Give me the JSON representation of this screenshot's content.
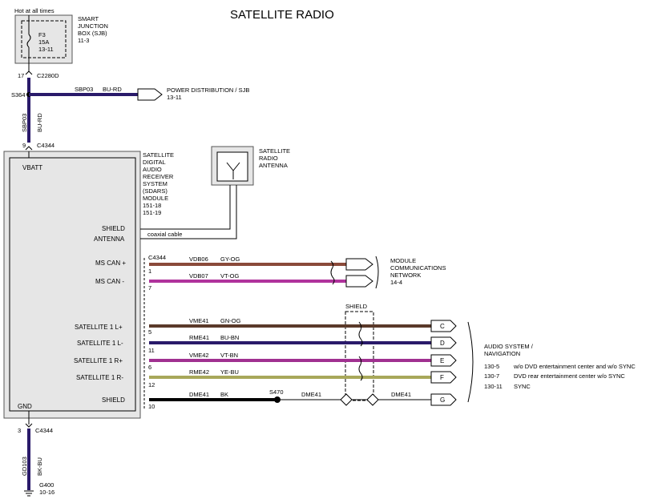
{
  "title": "SATELLITE RADIO",
  "fuse": {
    "hot_label": "Hot at all times",
    "name": "F3",
    "rating": "15A",
    "ref": "13-11",
    "box_lines": [
      "SMART",
      "JUNCTION",
      "BOX (SJB)",
      "11-3"
    ]
  },
  "power": {
    "pin": "17",
    "connector": "C2280D",
    "splice": "S364",
    "circuit": "SBP03",
    "color": "BU-RD",
    "dest_lines": [
      "POWER DISTRIBUTION / SJB",
      "13-11"
    ],
    "vert_circuit": "SBP03",
    "vert_color": "BU-RD"
  },
  "module": {
    "top_pin": "9",
    "top_connector": "C4344",
    "vbatt": "VBATT",
    "gnd": "GND",
    "name_lines": [
      "SATELLITE",
      "DIGITAL",
      "AUDIO",
      "RECEIVER",
      "SYSTEM",
      "(SDARS)",
      "MODULE",
      "151-18",
      "151-19"
    ],
    "shield_label": "SHIELD",
    "antenna_label": "ANTENNA"
  },
  "antenna": {
    "label_lines": [
      "SATELLITE",
      "RADIO",
      "ANTENNA"
    ],
    "cable_label": "coaxial cable"
  },
  "can": {
    "connector": "C4344",
    "rows": [
      {
        "label": "MS CAN +",
        "pin": "1",
        "circuit": "VDB06",
        "color": "GY-OG",
        "hex": "#8a4a3a"
      },
      {
        "label": "MS CAN -",
        "pin": "7",
        "circuit": "VDB07",
        "color": "VT-OG",
        "hex": "#b0339c"
      }
    ],
    "dest_lines": [
      "MODULE",
      "COMMUNICATIONS",
      "NETWORK",
      "14-4"
    ]
  },
  "audio": {
    "shield_label": "SHIELD",
    "rows": [
      {
        "label": "SATELLITE 1 L+",
        "pin": "5",
        "circuit": "VME41",
        "color": "GN-OG",
        "hex": "#5a3a2a",
        "connector": "C"
      },
      {
        "label": "SATELLITE 1 L-",
        "pin": "11",
        "circuit": "RME41",
        "color": "BU-BN",
        "hex": "#2a1a6a",
        "connector": "D"
      },
      {
        "label": "SATELLITE 1 R+",
        "pin": "6",
        "circuit": "VME42",
        "color": "VT-BN",
        "hex": "#a03090",
        "connector": "E"
      },
      {
        "label": "SATELLITE 1 R-",
        "pin": "12",
        "circuit": "RME42",
        "color": "YE-BU",
        "hex": "#a8a85a",
        "connector": "F"
      }
    ],
    "shield_row": {
      "label": "SHIELD",
      "pin": "10",
      "circuit": "DME41",
      "color": "BK",
      "splice": "S470",
      "circuit2": "DME41",
      "circuit3": "DME41",
      "connector": "G"
    },
    "dest_lines": [
      "AUDIO SYSTEM /",
      "NAVIGATION"
    ],
    "refs": [
      {
        "code": "130-5",
        "text": "w/o DVD entertainment center and w/o SYNC"
      },
      {
        "code": "130-7",
        "text": "DVD rear entertainment center w/o SYNC"
      },
      {
        "code": "130-11",
        "text": "SYNC"
      }
    ]
  },
  "ground": {
    "pin": "3",
    "connector": "C4344",
    "circuit": "GD103",
    "color": "BK-BU",
    "point": "G400",
    "ref": "10-16"
  },
  "colors": {
    "power_wire": "#2a1a6a",
    "ground_wire": "#2a1a6a",
    "shield_wire": "#000000"
  }
}
